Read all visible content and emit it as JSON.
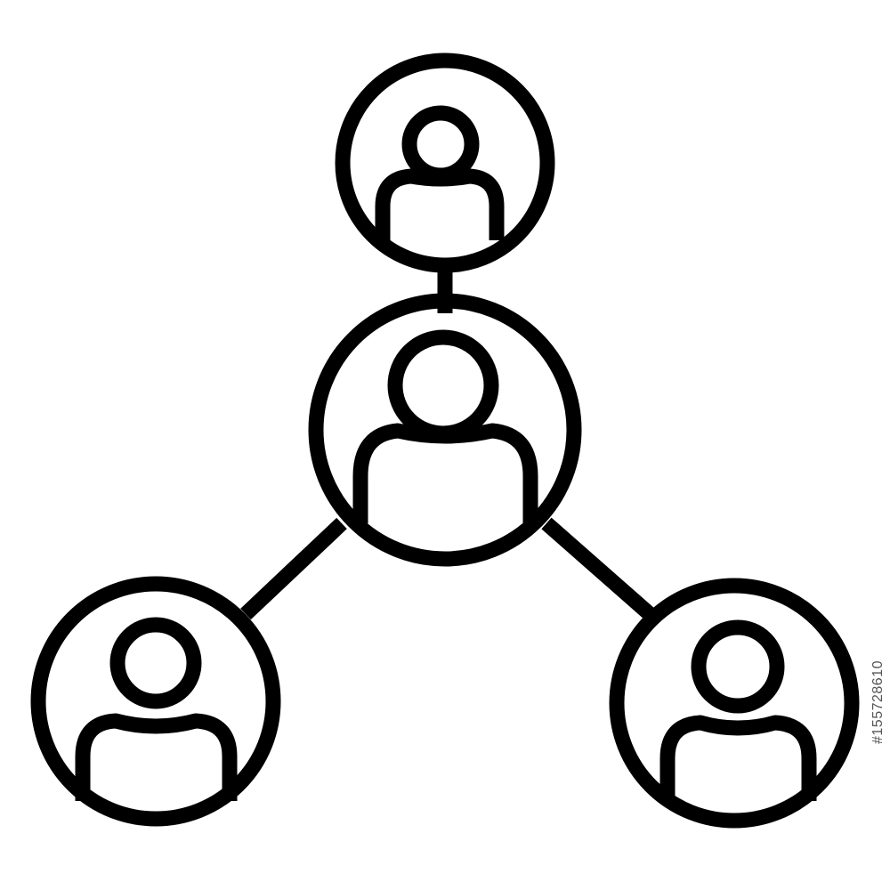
{
  "icon": {
    "name": "user-network-icon",
    "stroke_color": "#000000",
    "background_color": "#ffffff"
  },
  "nodes": [
    {
      "id": "top",
      "icon": "person-icon"
    },
    {
      "id": "center",
      "icon": "person-icon"
    },
    {
      "id": "left",
      "icon": "person-icon"
    },
    {
      "id": "right",
      "icon": "person-icon"
    }
  ],
  "watermark": {
    "id_text": "#155728610"
  }
}
